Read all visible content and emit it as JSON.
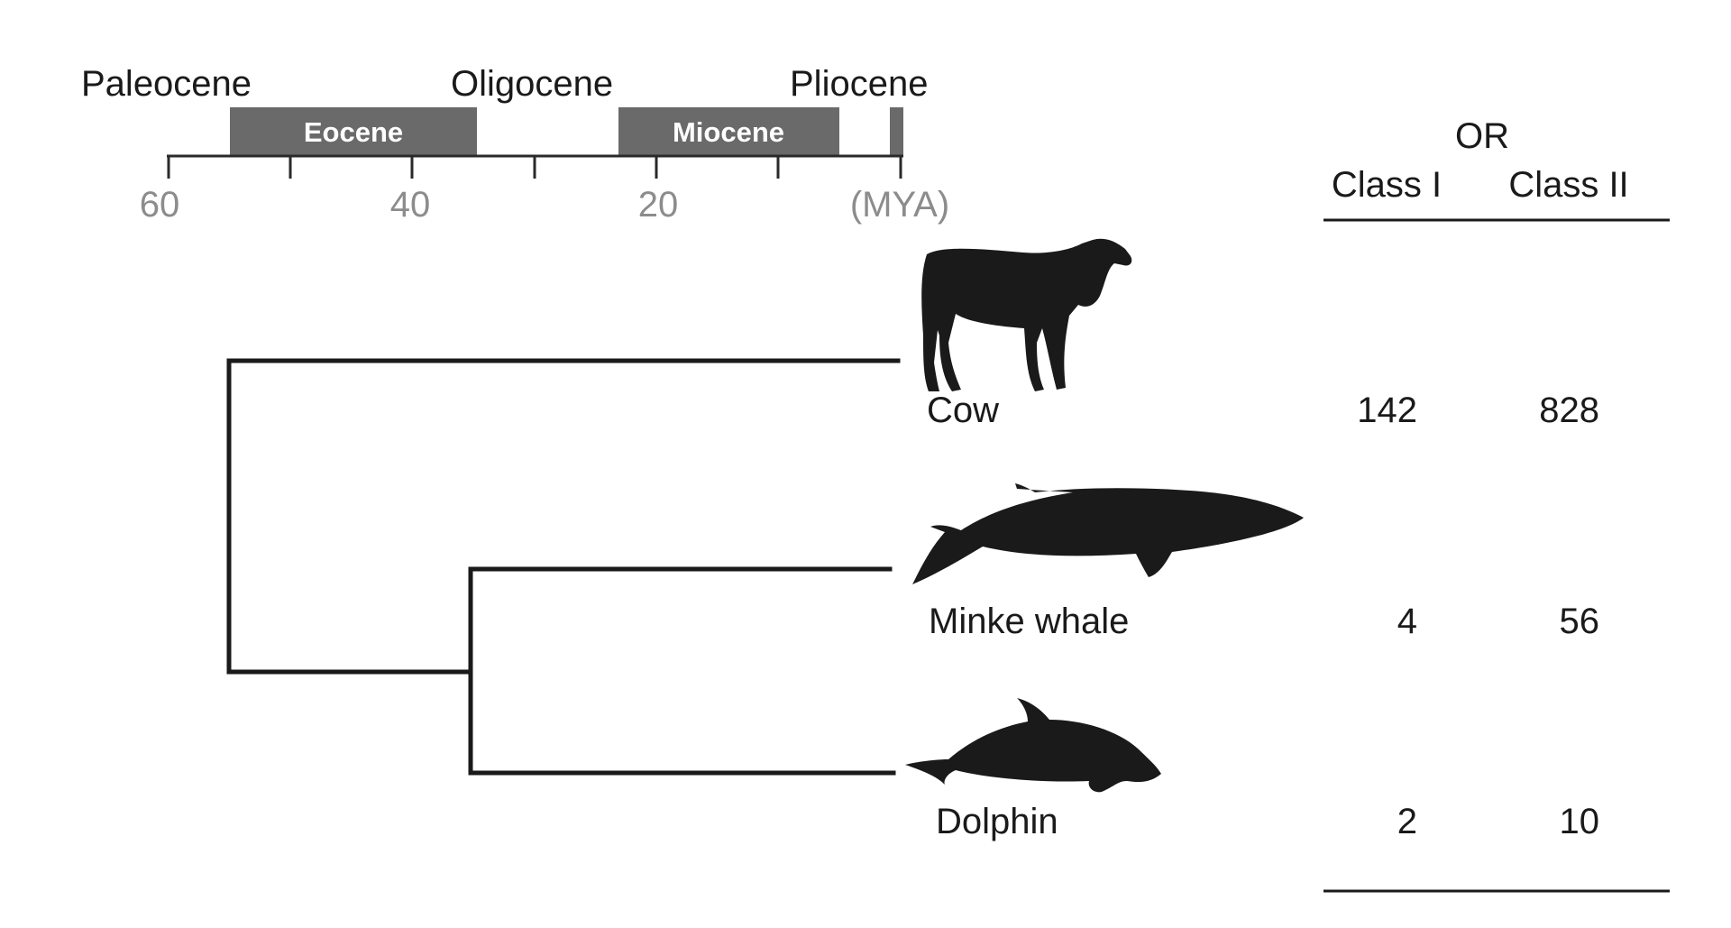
{
  "timescale": {
    "epochs_above": [
      "Paleocene",
      "Oligocene",
      "Pliocene"
    ],
    "epochs_in_bar": [
      "Eocene",
      "Miocene"
    ],
    "tick_labels": [
      "60",
      "40",
      "20",
      "(MYA)"
    ],
    "bar_color": "#6a6a6a",
    "tick_label_color": "#8c8c8c"
  },
  "taxa": [
    {
      "name": "Cow",
      "icon": "cow-silhouette-icon"
    },
    {
      "name": "Minke whale",
      "icon": "whale-silhouette-icon"
    },
    {
      "name": "Dolphin",
      "icon": "dolphin-silhouette-icon"
    }
  ],
  "table": {
    "group_header": "OR",
    "columns": [
      "Class I",
      "Class II"
    ],
    "rows": [
      {
        "class_i": "142",
        "class_ii": "828"
      },
      {
        "class_i": "4",
        "class_ii": "56"
      },
      {
        "class_i": "2",
        "class_ii": "10"
      }
    ]
  }
}
